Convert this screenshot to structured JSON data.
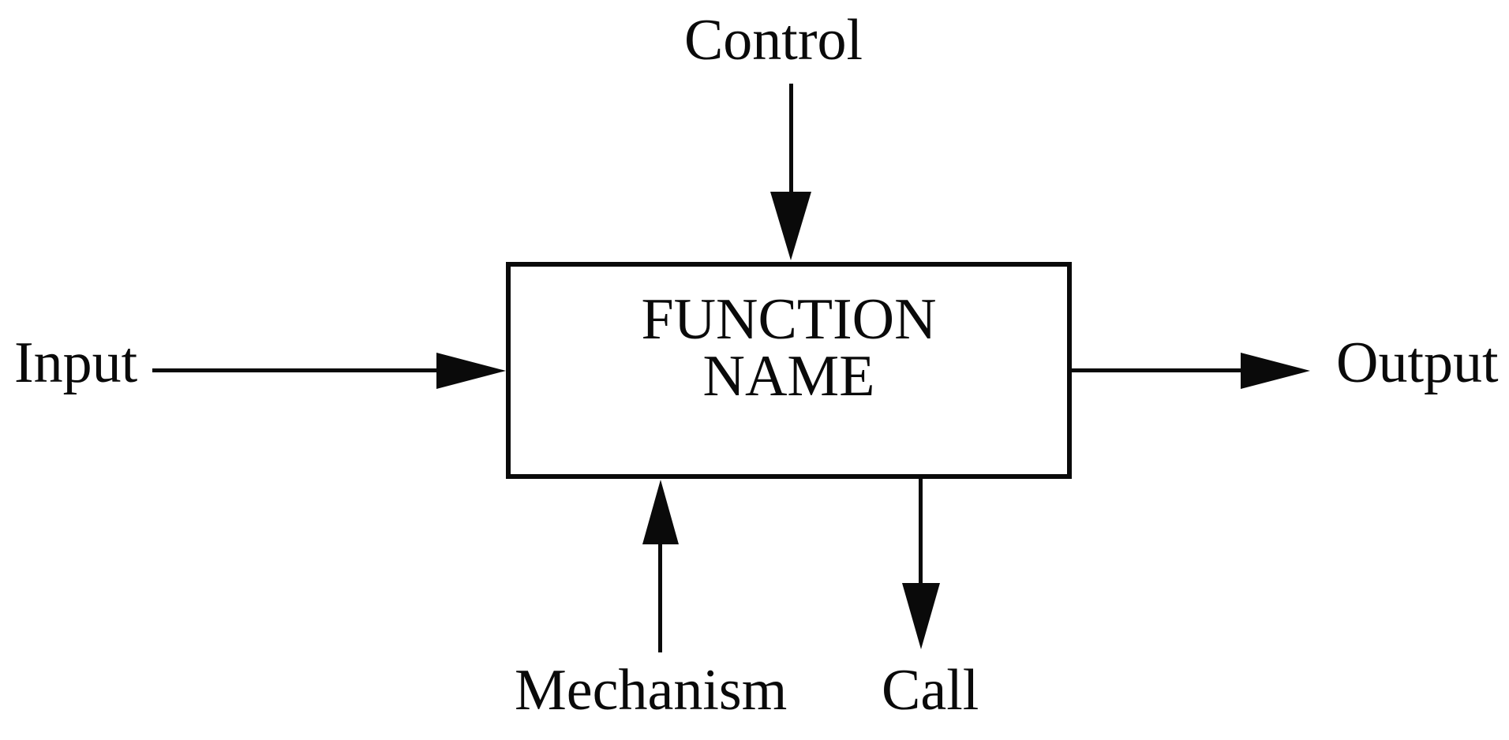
{
  "diagram": {
    "box": {
      "line1": "FUNCTION",
      "line2": "NAME"
    },
    "labels": {
      "control": "Control",
      "input": "Input",
      "output": "Output",
      "mechanism": "Mechanism",
      "call": "Call"
    },
    "arrows": {
      "control": "down-into-box-top",
      "input": "right-into-box-left",
      "output": "right-out-of-box-right",
      "mechanism": "up-into-box-bottom",
      "call": "down-out-of-box-bottom"
    },
    "colors": {
      "ink": "#0a0a0a",
      "background": "#ffffff"
    }
  }
}
